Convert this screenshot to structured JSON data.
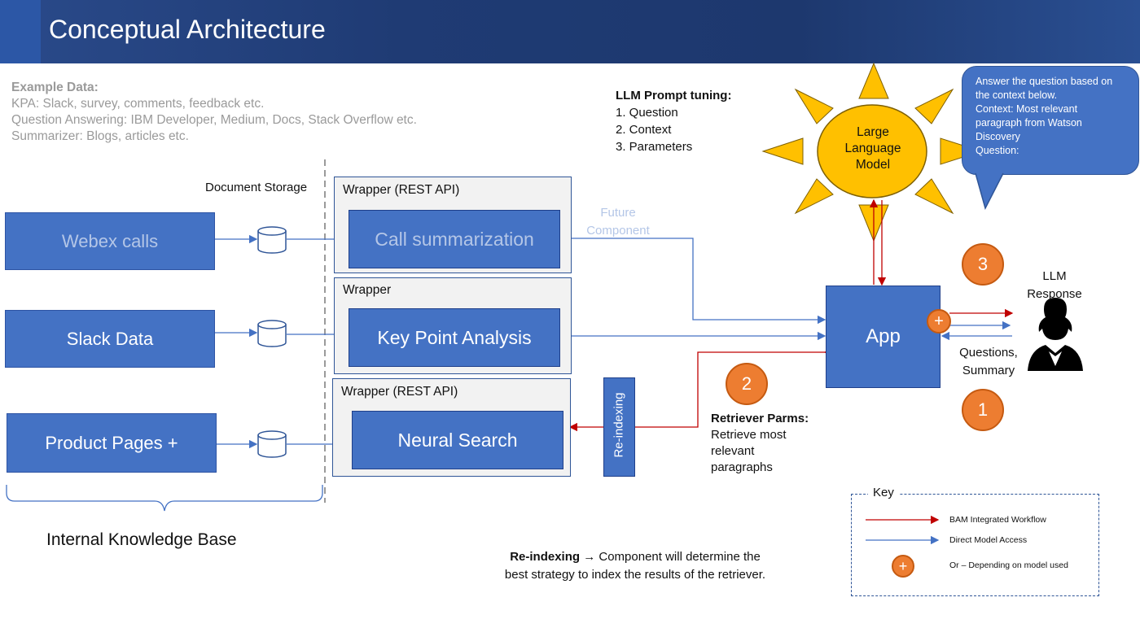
{
  "header": {
    "title": "Conceptual Architecture"
  },
  "example_data": {
    "heading": "Example Data:",
    "lines": [
      "KPA: Slack, survey, comments, feedback etc.",
      "Question Answering: IBM Developer, Medium, Docs, Stack Overflow etc.",
      "Summarizer: Blogs, articles etc."
    ]
  },
  "prompt_tuning": {
    "heading": "LLM Prompt tuning:",
    "items": [
      "1. Question",
      "2. Context",
      "3. Parameters"
    ]
  },
  "llm": {
    "label_lines": [
      "Large",
      "Language",
      "Model"
    ]
  },
  "bubble": {
    "lines": [
      "Answer the question based on",
      "the context below.",
      "Context: Most relevant",
      "paragraph from Watson",
      "Discovery",
      "Question:"
    ]
  },
  "document_storage": "Document Storage",
  "sources": [
    "Webex calls",
    "Slack Data",
    "Product Pages +"
  ],
  "wrappers": [
    {
      "label": "Wrapper (REST API)",
      "inner": "Call summarization"
    },
    {
      "label": "Wrapper",
      "inner": "Key Point Analysis"
    },
    {
      "label": "Wrapper (REST API)",
      "inner": "Neural Search"
    }
  ],
  "future_component": [
    "Future",
    "Component"
  ],
  "reindexing_box": "Re-indexing",
  "app": "App",
  "steps": [
    "1",
    "2",
    "3"
  ],
  "plus": "+",
  "llm_response": [
    "LLM",
    "Response"
  ],
  "questions_summary": [
    "Questions,",
    "Summary"
  ],
  "retriever": {
    "heading": "Retriever Parms:",
    "lines": [
      "Retrieve most",
      "relevant",
      "paragraphs"
    ]
  },
  "knowledge_base": "Internal Knowledge Base",
  "reindex_note": {
    "bold": "Re-indexing",
    "arrow": "→",
    "rest": " Component will determine the",
    "line2": "best strategy to index the results of the retriever."
  },
  "key": {
    "title": "Key",
    "items": [
      "BAM Integrated Workflow",
      "Direct Model Access",
      "Or – Depending on model used"
    ]
  },
  "colors": {
    "blue_box": "#4472c4",
    "orange": "#ed7d31",
    "sun": "#ffc000",
    "red_arrow": "#c00000",
    "blue_arrow": "#4472c4",
    "header": "#1f3b74"
  }
}
